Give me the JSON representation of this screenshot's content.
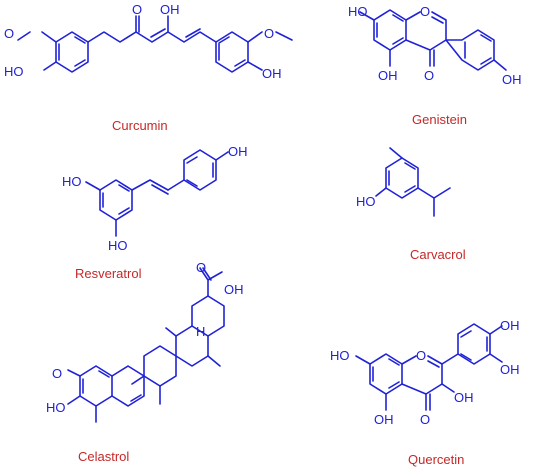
{
  "colors": {
    "structure": "#1f22d6",
    "caption": "#c62828",
    "background": "#ffffff"
  },
  "captions": {
    "curcumin": "Curcumin",
    "genistein": "Genistein",
    "resveratrol": "Resveratrol",
    "carvacrol": "Carvacrol",
    "celastrol": "Celastrol",
    "quercetin": "Quercetin"
  },
  "atoms": {
    "o": "O",
    "oh": "OH",
    "ho": "HO",
    "h": "H"
  }
}
